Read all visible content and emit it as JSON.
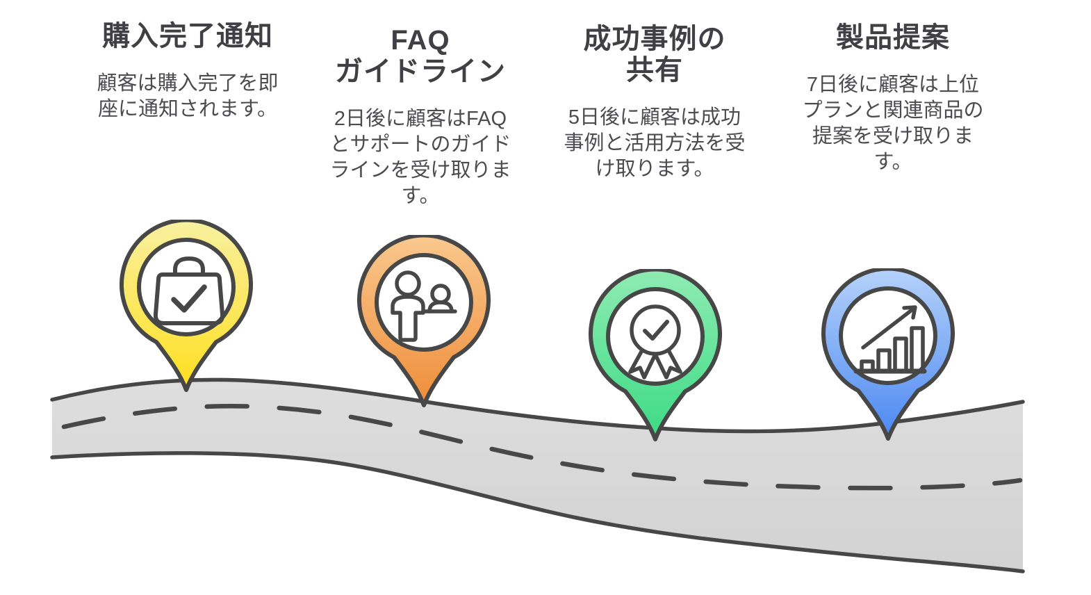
{
  "page": {
    "background": "#ffffff",
    "outline_color": "#474747"
  },
  "road": {
    "fill_top": "#dedede",
    "fill_bottom": "#d2d2d2",
    "outline": "#474747",
    "centerline": "#48484a"
  },
  "text": {
    "title_color": "#3f3f44",
    "body_color": "#4b4b50"
  },
  "milestones": [
    {
      "id": "purchase-completion-notice",
      "title_lines": [
        "購入完了通知"
      ],
      "description_lines": [
        "顧客は購入完了を即",
        "座に通知されます。"
      ],
      "icon": "shopping-bag-check-icon",
      "pin": {
        "top": "#f8f0a0",
        "bottom": "#ffdf1f"
      }
    },
    {
      "id": "faq-guidelines",
      "title_lines": [
        "FAQ",
        "ガイドライン"
      ],
      "description_lines": [
        "2日後に顧客はFAQ",
        "とサポートのガイド",
        "ラインを受け取りま",
        "す。"
      ],
      "icon": "support-people-icon",
      "pin": {
        "top": "#f9c88e",
        "bottom": "#ef8d3a"
      }
    },
    {
      "id": "success-story-sharing",
      "title_lines": [
        "成功事例の",
        "共有"
      ],
      "description_lines": [
        "5日後に顧客は成功",
        "事例と活用方法を受",
        "け取ります。"
      ],
      "icon": "award-ribbon-icon",
      "pin": {
        "top": "#8febb2",
        "bottom": "#3cdb85"
      }
    },
    {
      "id": "product-proposal",
      "title_lines": [
        "製品提案"
      ],
      "description_lines": [
        "7日後に顧客は上位",
        "プランと関連商品の",
        "提案を受け取りま",
        "す。"
      ],
      "icon": "growth-chart-icon",
      "pin": {
        "top": "#b5d2fa",
        "bottom": "#4b88f2"
      }
    }
  ]
}
